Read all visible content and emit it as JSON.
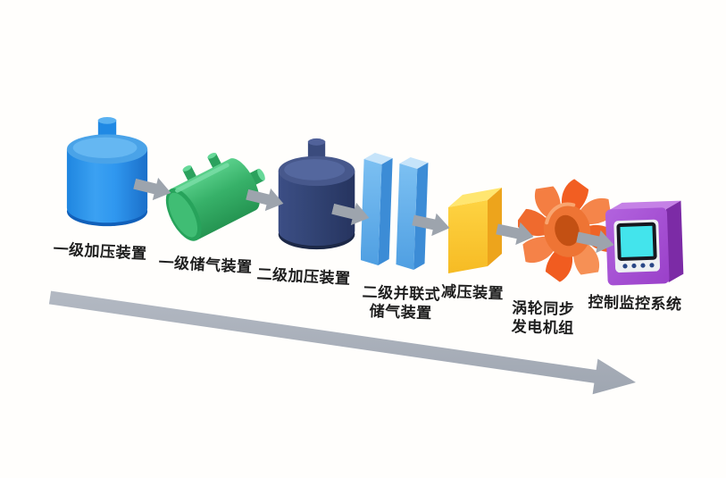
{
  "diagram": {
    "type": "process-flow",
    "background_color": "#ffffff",
    "label_color": "#1e1e1e",
    "main_flow_arrow": {
      "description": "large gray arrow sweeping down-right under the whole process",
      "color": "#a9afba",
      "direction": "left-to-right, descending"
    },
    "connector_arrow_color": "#9da4ad",
    "connector_count": 6,
    "devices": [
      {
        "id": "stage1-compressor",
        "label": "一级加压装置",
        "shape": "blue-vertical-cylinder-tank",
        "primary_color": "#2f97ef"
      },
      {
        "id": "stage1-gas-storage",
        "label": "一级储气装置",
        "shape": "green-horizontal-tank",
        "primary_color": "#37b169"
      },
      {
        "id": "stage2-compressor",
        "label": "二级加压装置",
        "shape": "navy-vertical-cylinder-tank",
        "primary_color": "#2d3e6e"
      },
      {
        "id": "stage2-parallel-gas-storage",
        "label": "二级并联式\n储气装置",
        "shape": "twin-light-blue-columns",
        "primary_color": "#5fa9e8"
      },
      {
        "id": "pressure-reducer",
        "label": "减压装置",
        "shape": "yellow-cube",
        "primary_color": "#fbc62e"
      },
      {
        "id": "turbine-generator",
        "label": "涡轮同步\n发电机组",
        "shape": "orange-turbine-fan",
        "primary_color": "#f0662a"
      },
      {
        "id": "control-monitor-system",
        "label": "控制监控系统",
        "shape": "purple-control-panel",
        "primary_color": "#a24fd2"
      }
    ]
  }
}
